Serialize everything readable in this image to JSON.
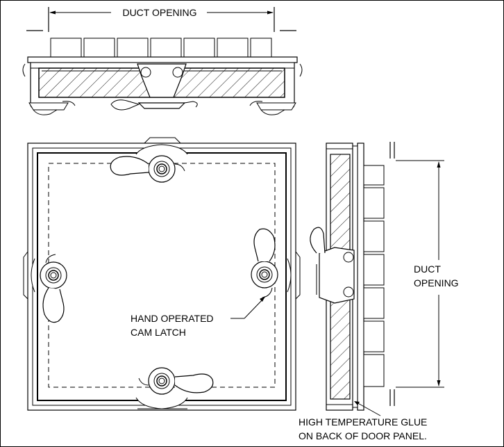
{
  "labels": {
    "duct_opening_top": "DUCT OPENING",
    "duct_opening_side_line1": "DUCT",
    "duct_opening_side_line2": "OPENING",
    "cam_latch_line1": "HAND OPERATED",
    "cam_latch_line2": "CAM LATCH",
    "glue_line1": "HIGH TEMPERATURE GLUE",
    "glue_line2": "ON BACK OF DOOR PANEL."
  },
  "colors": {
    "line": "#000000",
    "hatch": "#000000",
    "background": "#ffffff"
  }
}
